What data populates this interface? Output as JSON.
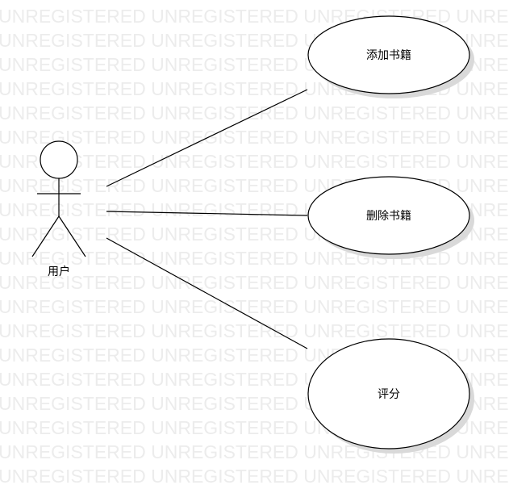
{
  "watermark": {
    "text": "UNREGISTERED UNREGISTERED UNREGISTERED UNREGISTERED",
    "color": "#ececec"
  },
  "actor": {
    "label": "用户"
  },
  "use_cases": [
    {
      "id": "add-book",
      "label": "添加书籍"
    },
    {
      "id": "delete-book",
      "label": "删除书籍"
    },
    {
      "id": "rate",
      "label": "评分"
    }
  ],
  "colors": {
    "stroke": "#000000",
    "shadow": "#d9d9d9",
    "fill": "#ffffff"
  }
}
